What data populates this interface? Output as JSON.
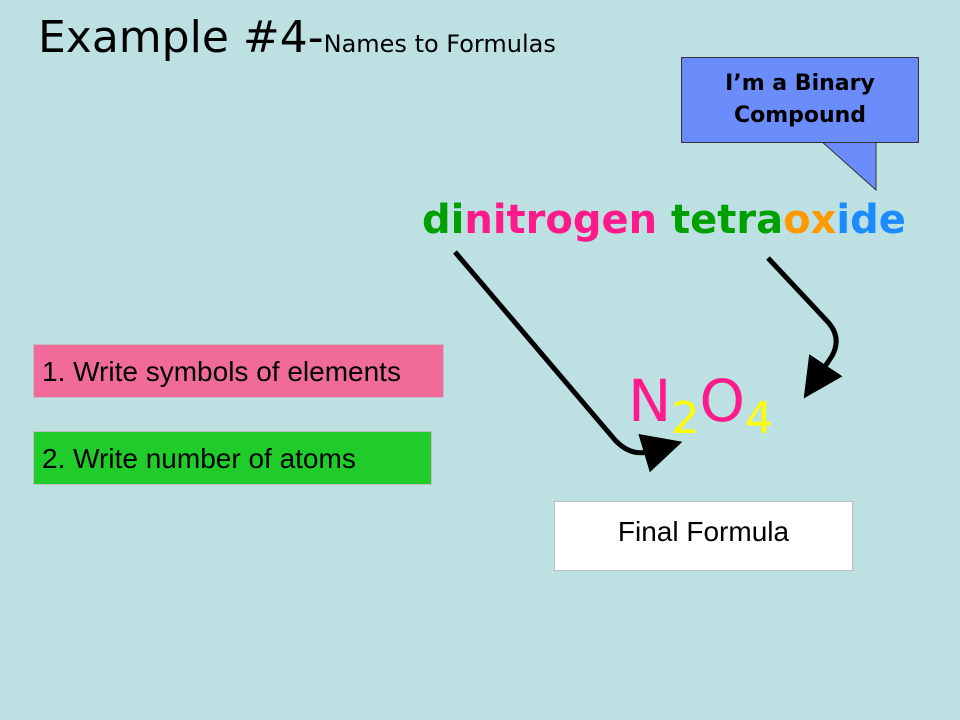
{
  "title": {
    "main": "Example #4-",
    "sub": "Names to Formulas"
  },
  "callout": {
    "line1": "I’m a Binary",
    "line2": "Compound",
    "color": "#6b8dfb"
  },
  "compound_name": {
    "segments": [
      {
        "text": "di",
        "color": "green"
      },
      {
        "text": "nitrogen",
        "color": "pink"
      },
      {
        "text": " ",
        "color": "green"
      },
      {
        "text": "tetra",
        "color": "green"
      },
      {
        "text": "ox",
        "color": "orange"
      },
      {
        "text": "ide",
        "color": "blue"
      }
    ]
  },
  "steps": {
    "step1": "1. Write symbols of elements",
    "step2": "2. Write number of atoms"
  },
  "formula": {
    "symbol1": "N",
    "count1": "2",
    "symbol2": "O",
    "count2": "4"
  },
  "final_label": "Final Formula",
  "colors": {
    "background": "#bde0e3",
    "green": "#00a000",
    "pink": "#ff1a8c",
    "orange": "#ff9900",
    "blue": "#1a8cff",
    "yellow": "#ffff00",
    "step1_bg": "#f06b9a",
    "step2_bg": "#1fcc2a"
  }
}
